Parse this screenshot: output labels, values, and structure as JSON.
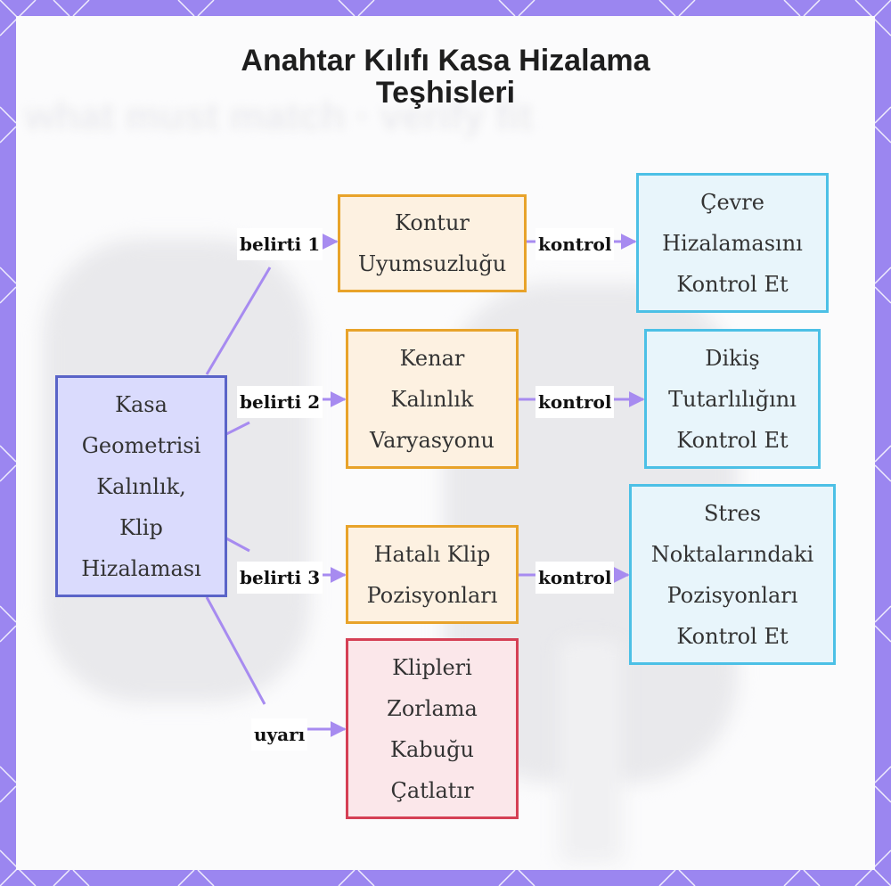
{
  "title_lines": [
    "Anahtar Kılıfı Kasa Hizalama",
    "Teşhisleri"
  ],
  "nodes": {
    "root": [
      "Kasa",
      "Geometrisi",
      "Kalınlık,",
      "Klip",
      "Hizalaması"
    ],
    "symptom1": [
      "Kontur",
      "Uyumsuzluğu"
    ],
    "symptom2": [
      "Kenar",
      "Kalınlık",
      "Varyasyonu"
    ],
    "symptom3": [
      "Hatalı Klip",
      "Pozisyonları"
    ],
    "warning": [
      "Klipleri",
      "Zorlama",
      "Kabuğu",
      "Çatlatır"
    ],
    "check1": [
      "Çevre",
      "Hizalamasını",
      "Kontrol Et"
    ],
    "check2": [
      "Dikiş",
      "Tutarlılığını",
      "Kontrol Et"
    ],
    "check3": [
      "Stres",
      "Noktalarındaki",
      "Pozisyonları",
      "Kontrol Et"
    ]
  },
  "edge_labels": {
    "symptom1": "belirti 1",
    "symptom2": "belirti 2",
    "symptom3": "belirti 3",
    "warning": "uyarı",
    "check1": "kontrol",
    "check2": "kontrol",
    "check3": "kontrol"
  },
  "colors": {
    "frame": "#9b86f0",
    "edge": "#a78bf0",
    "root_fill": "#dadbfd",
    "root_border": "#5a64c8",
    "symptom_fill": "#fdf1e1",
    "symptom_border": "#e8a32a",
    "check_fill": "#e8f5fb",
    "check_border": "#4cc0e6",
    "warning_fill": "#fbe7ea",
    "warning_border": "#d54055"
  }
}
